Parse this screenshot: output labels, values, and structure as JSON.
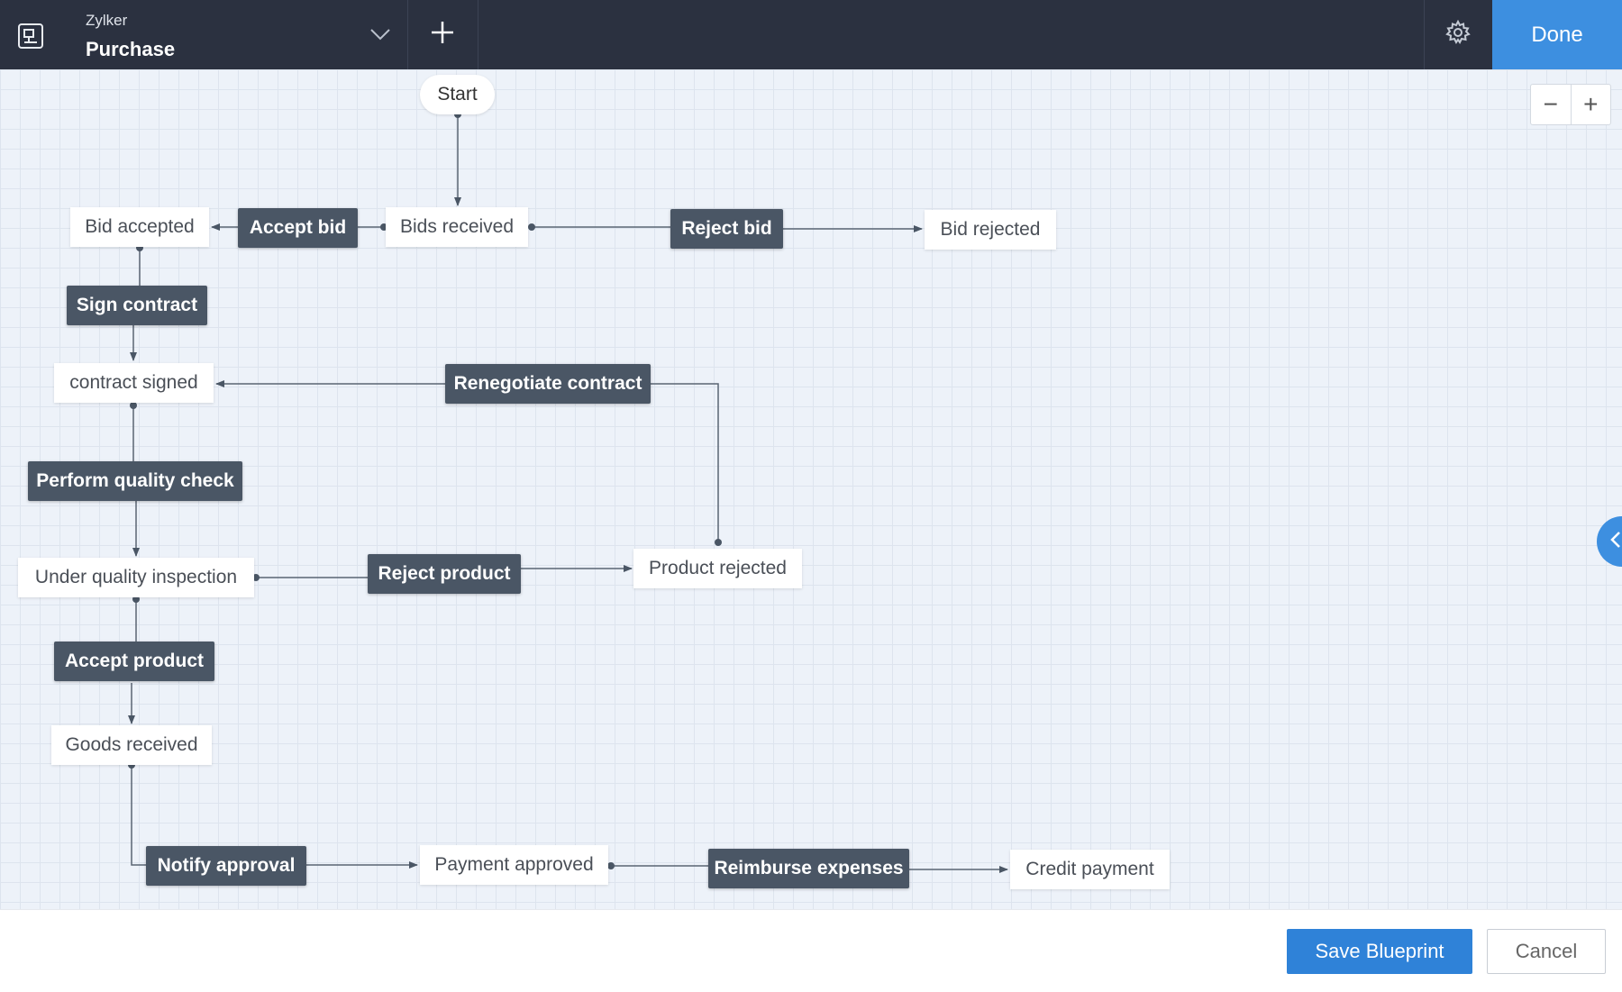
{
  "header": {
    "org_name": "Zylker",
    "module_name": "Purchase",
    "app_icon": "blueprint-icon",
    "dropdown_icon": "chevron-down-icon",
    "add_icon": "plus-icon",
    "settings_icon": "gear-icon",
    "done_label": "Done"
  },
  "canvas": {
    "start_label": "Start",
    "zoom_out_label": "−",
    "zoom_in_label": "+",
    "panel_toggle_icon": "chevron-left-icon",
    "states": {
      "bids_received": "Bids received",
      "bid_accepted": "Bid accepted",
      "bid_rejected": "Bid rejected",
      "contract_signed": "contract signed",
      "under_quality_inspection": "Under quality inspection",
      "product_rejected": "Product rejected",
      "goods_received": "Goods received",
      "payment_approved": "Payment approved",
      "credit_payment": "Credit payment"
    },
    "transitions": {
      "accept_bid": "Accept bid",
      "reject_bid": "Reject bid",
      "sign_contract": "Sign contract",
      "renegotiate_contract": "Renegotiate contract",
      "perform_quality_check": "Perform quality check",
      "reject_product": "Reject product",
      "accept_product": "Accept product",
      "notify_approval": "Notify approval",
      "reimburse_expenses": "Reimburse expenses"
    }
  },
  "footer": {
    "save_label": "Save Blueprint",
    "cancel_label": "Cancel"
  },
  "colors": {
    "topbar_bg": "#2b3140",
    "accent": "#3d8fe0",
    "transition_bg": "#4a5665",
    "canvas_bg": "#edf2f9"
  }
}
